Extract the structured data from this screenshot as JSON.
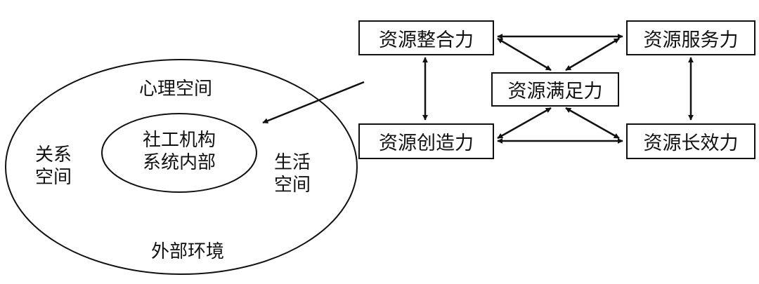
{
  "environment": {
    "outer_label": "外部环境",
    "psychological_space": "心理空间",
    "relationship_space": [
      "关系",
      "空间"
    ],
    "living_space": [
      "生活",
      "空间"
    ],
    "inner_label": [
      "社工机构",
      "系统内部"
    ]
  },
  "capabilities": {
    "integration": "资源整合力",
    "service": "资源服务力",
    "satisfaction": "资源满足力",
    "creation": "资源创造力",
    "longevity": "资源长效力"
  }
}
